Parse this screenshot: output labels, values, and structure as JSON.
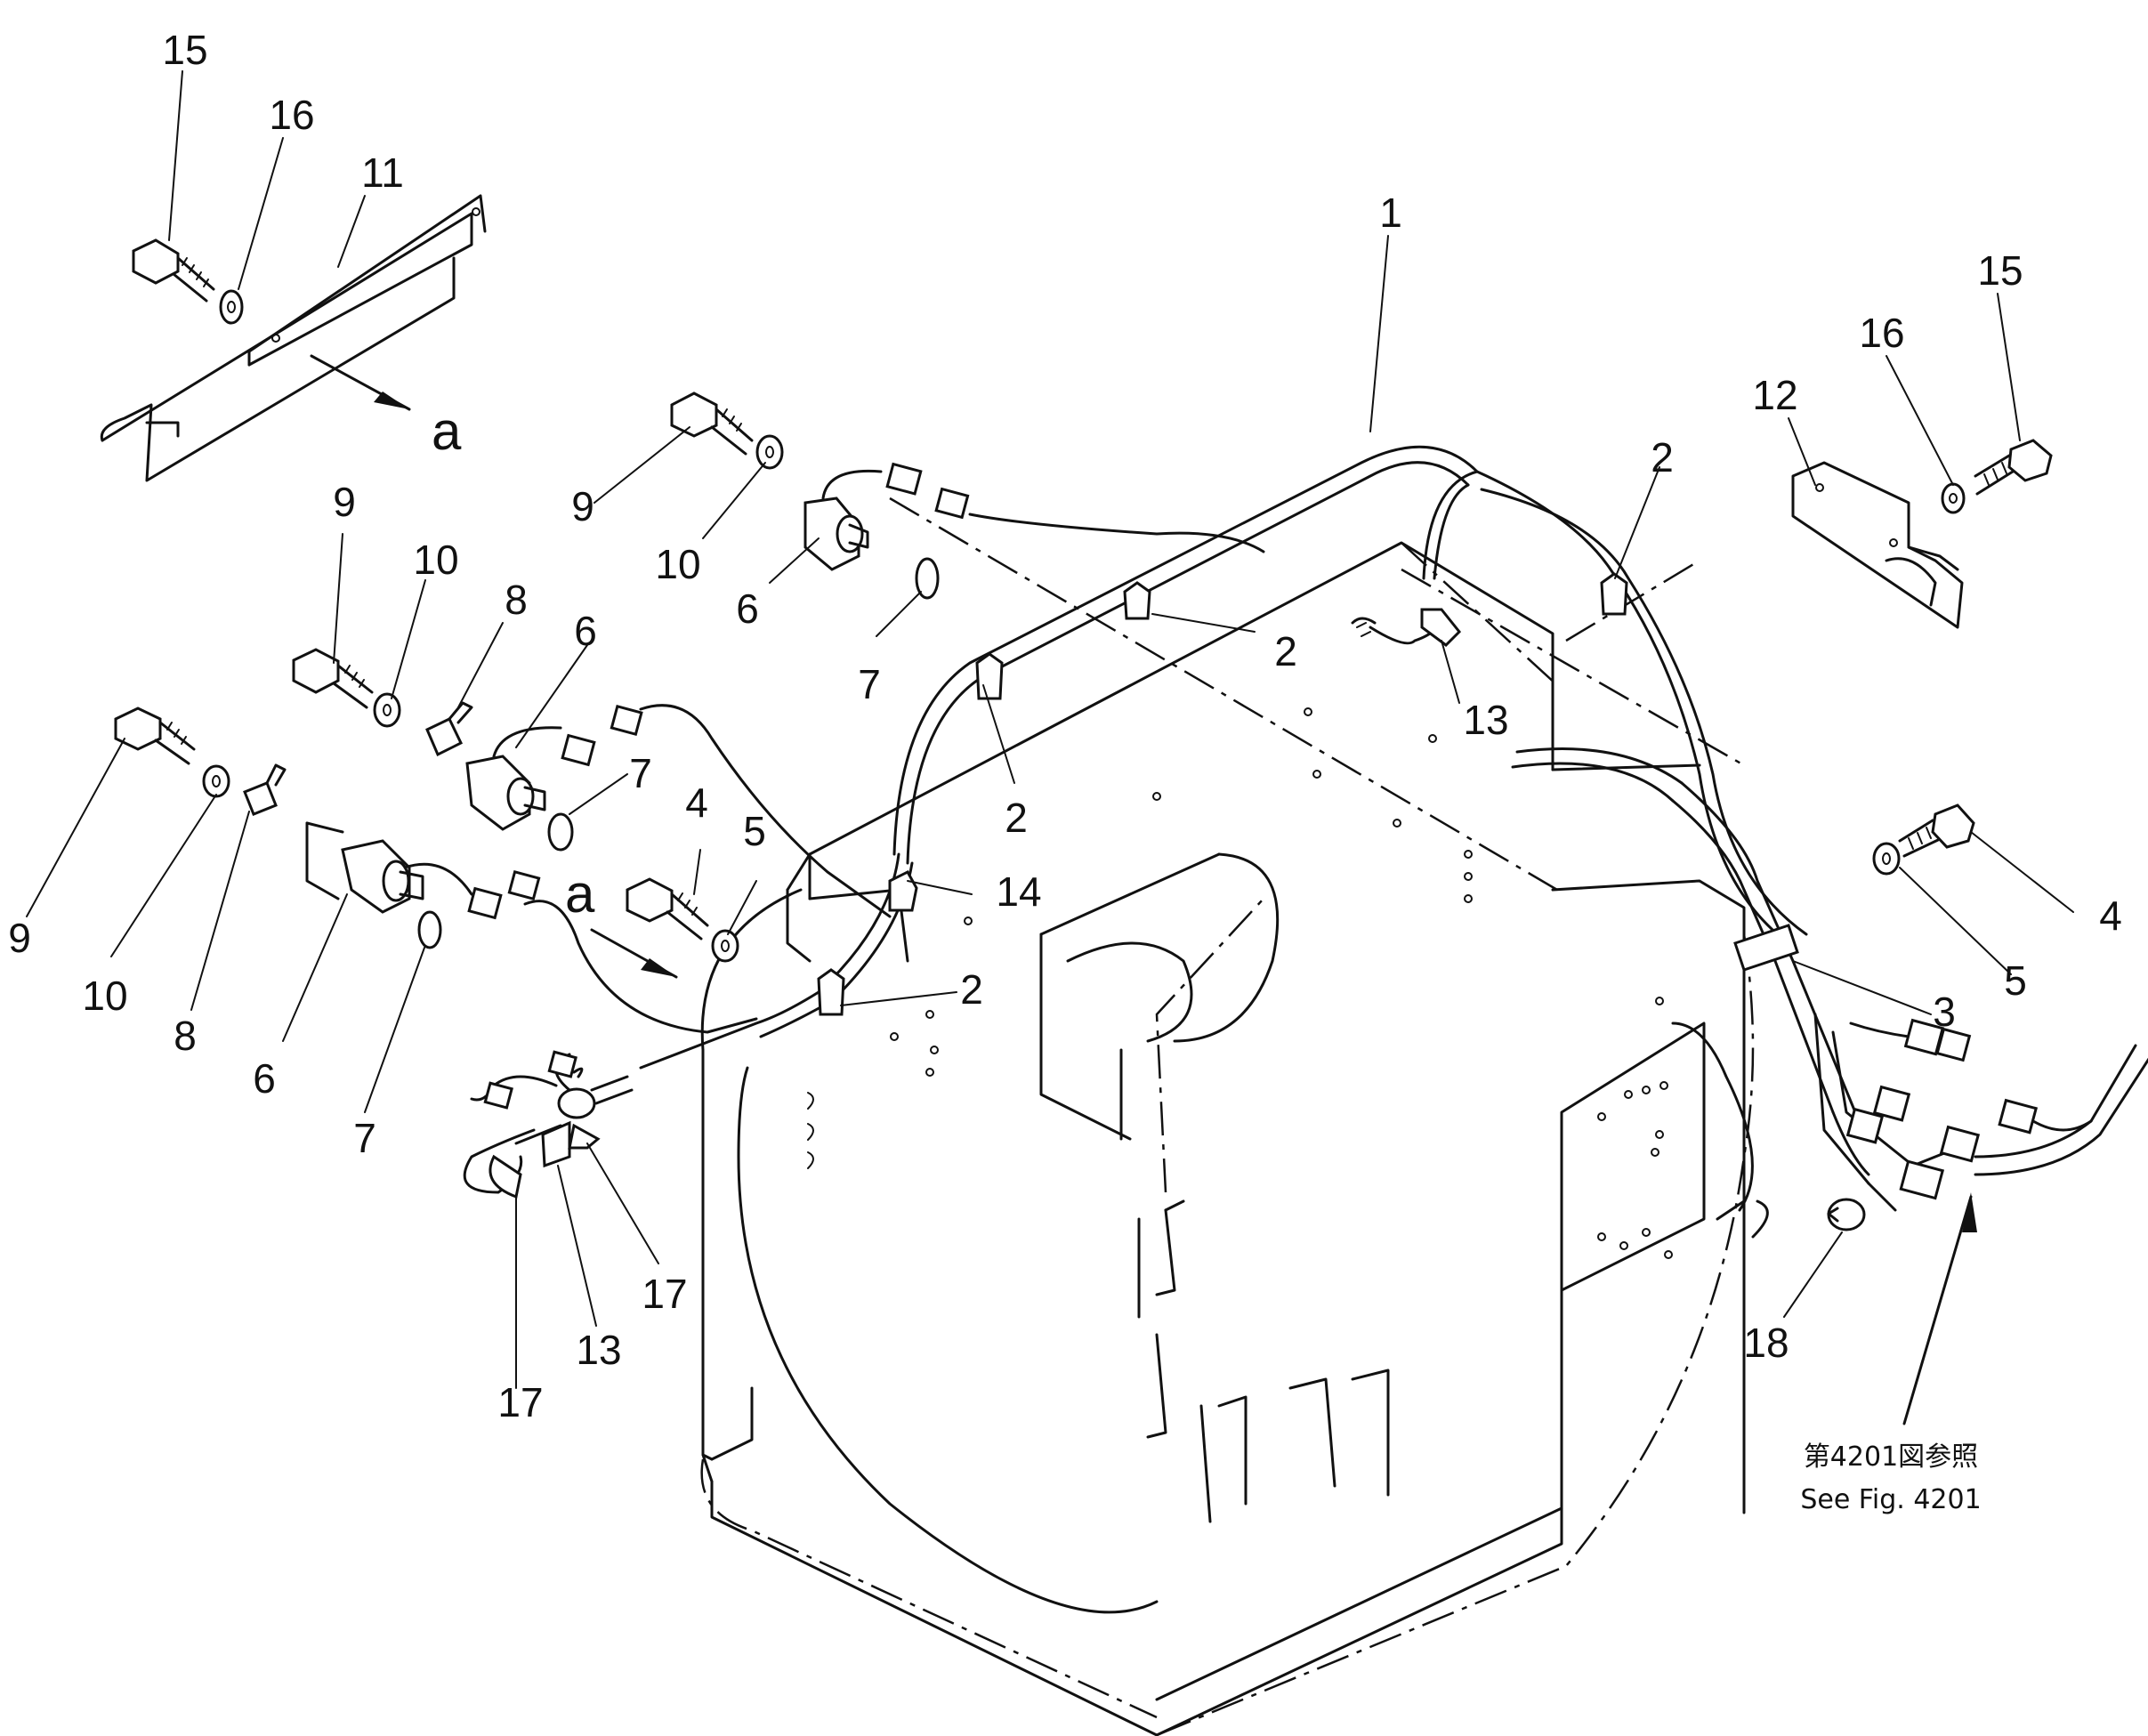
{
  "callouts": [
    {
      "id": "c15a",
      "label": "15"
    },
    {
      "id": "c16a",
      "label": "16"
    },
    {
      "id": "c11",
      "label": "11"
    },
    {
      "id": "c1",
      "label": "1"
    },
    {
      "id": "c15b",
      "label": "15"
    },
    {
      "id": "c16b",
      "label": "16"
    },
    {
      "id": "c12",
      "label": "12"
    },
    {
      "id": "c2a",
      "label": "2"
    },
    {
      "id": "c9a",
      "label": "9"
    },
    {
      "id": "c10a",
      "label": "10"
    },
    {
      "id": "c6a",
      "label": "6"
    },
    {
      "id": "c7a",
      "label": "7"
    },
    {
      "id": "c2b",
      "label": "2"
    },
    {
      "id": "c13a",
      "label": "13"
    },
    {
      "id": "c9b",
      "label": "9"
    },
    {
      "id": "c10b",
      "label": "10"
    },
    {
      "id": "c8a",
      "label": "8"
    },
    {
      "id": "c6b",
      "label": "6"
    },
    {
      "id": "c7b",
      "label": "7"
    },
    {
      "id": "c2c",
      "label": "2"
    },
    {
      "id": "c9c",
      "label": "9"
    },
    {
      "id": "c10c",
      "label": "10"
    },
    {
      "id": "c8b",
      "label": "8"
    },
    {
      "id": "c6c",
      "label": "6"
    },
    {
      "id": "c7c",
      "label": "7"
    },
    {
      "id": "c4a",
      "label": "4"
    },
    {
      "id": "c5a",
      "label": "5"
    },
    {
      "id": "c14",
      "label": "14"
    },
    {
      "id": "c2d",
      "label": "2"
    },
    {
      "id": "c4b",
      "label": "4"
    },
    {
      "id": "c5b",
      "label": "5"
    },
    {
      "id": "c3",
      "label": "3"
    },
    {
      "id": "c17a",
      "label": "17"
    },
    {
      "id": "c13b",
      "label": "13"
    },
    {
      "id": "c17b",
      "label": "17"
    },
    {
      "id": "c18",
      "label": "18"
    }
  ],
  "arrow_labels": {
    "a_top": "a",
    "a_mid": "a"
  },
  "reference_note": {
    "line_jp": "第4201図参照",
    "line_en": "See Fig. 4201"
  }
}
